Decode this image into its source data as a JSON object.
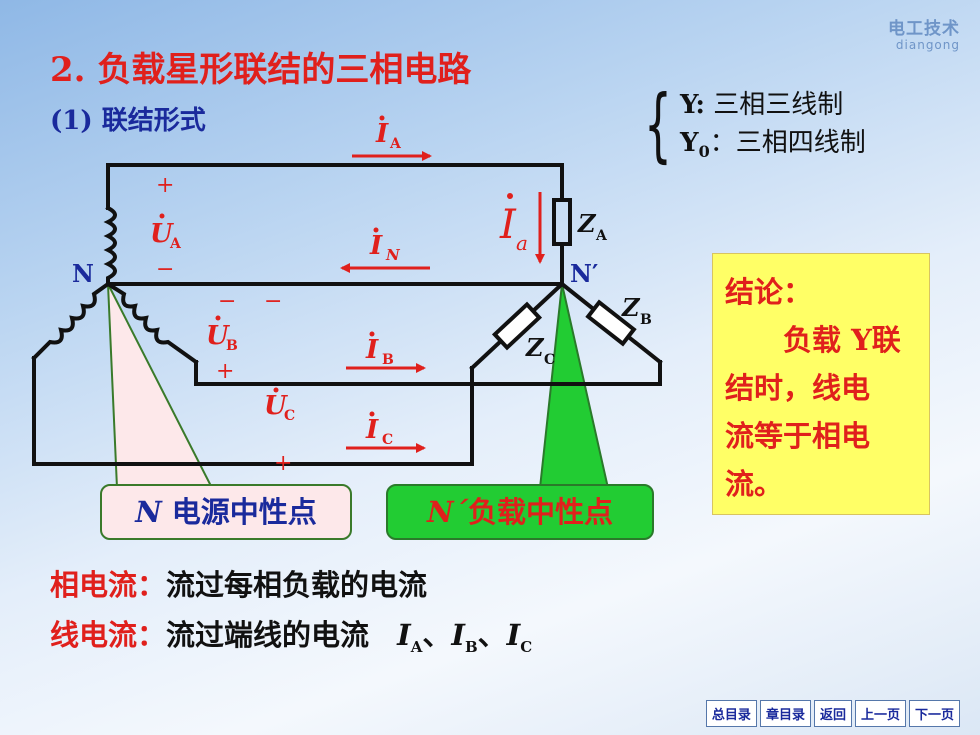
{
  "brand": {
    "cn": "电工技术",
    "en": "diangong"
  },
  "title": "2.  负载星形联结的三相电路",
  "subtitle": "(1)  联结形式",
  "systems": [
    {
      "sym": "Y:",
      "text": " 三相三线制"
    },
    {
      "sym": "Y",
      "sub": "0",
      "text": "：三相四线制"
    }
  ],
  "diagram": {
    "node_N": "N",
    "node_Np": "N′",
    "cur_IA": "I",
    "cur_IA_sub": "A",
    "cur_IN": "I",
    "cur_IN_sub": "N",
    "cur_IB": "I",
    "cur_IB_sub": "B",
    "cur_IC": "I",
    "cur_IC_sub": "C",
    "cur_Ia": "I",
    "cur_Ia_sub": "a",
    "volt_UA": "U",
    "volt_UA_sub": "A",
    "volt_UB": "U",
    "volt_UB_sub": "B",
    "volt_UC": "U",
    "volt_UC_sub": "C",
    "imp_ZA": "Z",
    "imp_ZA_sub": "A",
    "imp_ZB": "Z",
    "imp_ZB_sub": "B",
    "imp_ZC": "Z",
    "imp_ZC_sub": "C",
    "plus": "+",
    "minus": "−",
    "colors": {
      "wire": "#111111",
      "label": "#e0201c",
      "node": "#1a2a9c"
    }
  },
  "conclusion": {
    "head": "结论：",
    "lines": [
      "负载 Y联",
      "结时，线电",
      "流等于相电",
      "流。"
    ]
  },
  "callouts": {
    "N_italic": "N",
    "N_text": " 电源中性点",
    "Np_italic": "N´",
    "Np_text": "负载中性点"
  },
  "definitions": {
    "phase_key": "相电流：",
    "phase_text": "流过每相负载的电流",
    "line_key": "线电流：",
    "line_text": "流过端线的电流",
    "line_syms": [
      {
        "s": "I",
        "sub": "A"
      },
      {
        "s": "I",
        "sub": "B"
      },
      {
        "s": "I",
        "sub": "C"
      }
    ],
    "sep": "、"
  },
  "nav": [
    "总目录",
    "章目录",
    "返回",
    "上一页",
    "下一页"
  ]
}
